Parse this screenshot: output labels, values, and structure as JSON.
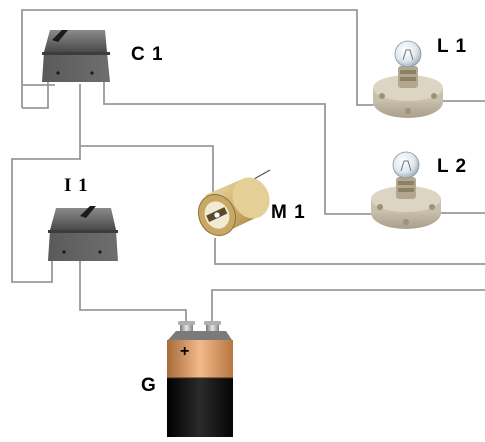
{
  "labels": {
    "c1": "C 1",
    "l1": "L 1",
    "l2": "L 2",
    "i1": "I 1",
    "m1": "M 1",
    "g": "G",
    "battery_plus": "+"
  },
  "colors": {
    "wire": "#999999",
    "switch_body": "#606060",
    "lamp_base": "#c9c0ad",
    "motor_body": "#d9c089",
    "battery_top": "#c98a53",
    "battery_bottom": "#141414"
  }
}
